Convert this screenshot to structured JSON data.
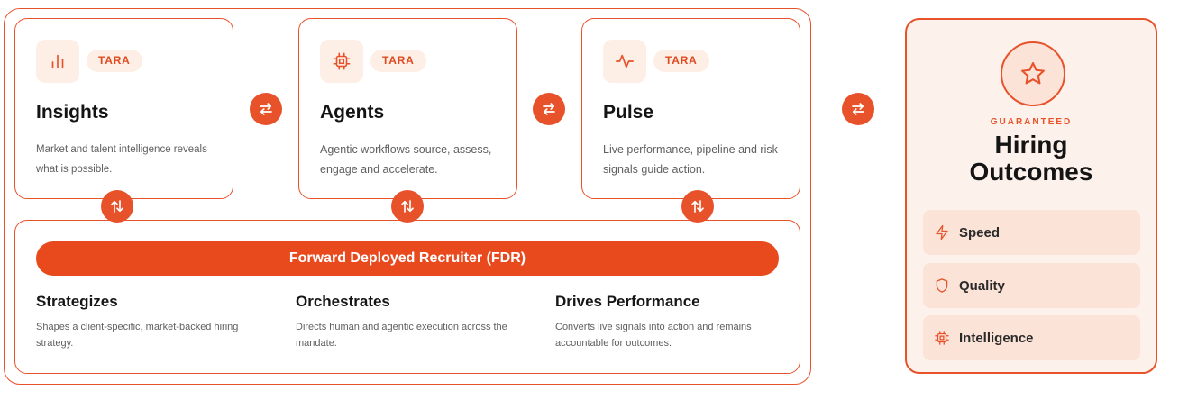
{
  "colors": {
    "accent": "#e8522a",
    "tint": "#fdeee6",
    "panel": "#fdf1eb",
    "item": "#fbe3d8"
  },
  "cards": [
    {
      "icon": "bar-chart-icon",
      "badge": "TARA",
      "title": "Insights",
      "description": "Market and talent intelligence reveals what is possible."
    },
    {
      "icon": "chip-icon",
      "badge": "TARA",
      "title": "Agents",
      "description": "Agentic workflows source, assess, engage and accelerate."
    },
    {
      "icon": "pulse-icon",
      "badge": "TARA",
      "title": "Pulse",
      "description": "Live performance, pipeline and risk signals guide action."
    }
  ],
  "connectors": {
    "horizontal_icon": "swap-horizontal-icon",
    "vertical_icon": "swap-vertical-icon"
  },
  "fdr": {
    "title": "Forward Deployed Recruiter (FDR)",
    "columns": [
      {
        "title": "Strategizes",
        "description": "Shapes a client-specific, market-backed hiring strategy."
      },
      {
        "title": "Orchestrates",
        "description": "Directs human and agentic execution across the mandate."
      },
      {
        "title": "Drives Performance",
        "description": "Converts live signals into action and remains accountable for outcomes."
      }
    ]
  },
  "outcome": {
    "icon": "star-icon",
    "eyebrow": "GUARANTEED",
    "title": "Hiring Outcomes",
    "items": [
      {
        "icon": "lightning-icon",
        "label": "Speed"
      },
      {
        "icon": "shield-icon",
        "label": "Quality"
      },
      {
        "icon": "chip-icon",
        "label": "Intelligence"
      }
    ]
  }
}
